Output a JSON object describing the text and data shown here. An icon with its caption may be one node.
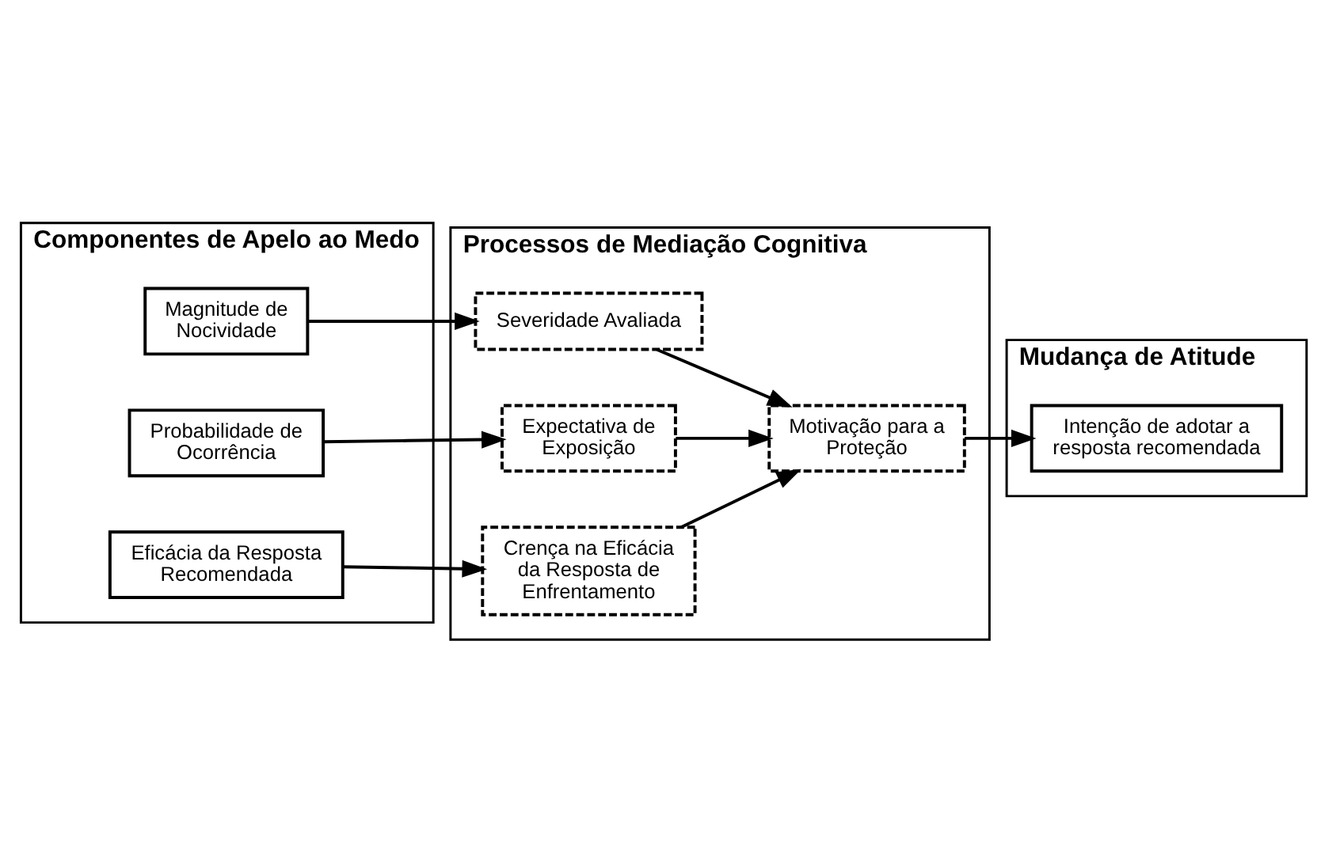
{
  "diagram": {
    "nodes": [
      {
        "text": [
          "Componentes de Apelo ao Medo"
        ]
      },
      {
        "text": [
          "Magnitude de Nocividade"
        ],
        "in": 0
      },
      {
        "text": [
          "Probabilidade de Ocorrência"
        ],
        "in": 0
      },
      {
        "text": [
          "Eficácia da Resposta Recomendada"
        ],
        "in": 0
      },
      {
        "text": [
          "Processos de Mediação Cognitiva"
        ]
      },
      {
        "text": [
          "Severidade Avaliada"
        ],
        "in": 4
      },
      {
        "text": [
          "Expectativa de Exposição"
        ],
        "in": 4
      },
      {
        "text": [
          "Crença na Eficácia da Resposta de Enfrentamento"
        ],
        "in": 4
      },
      {
        "text": [
          "Motivação para a Proteção"
        ],
        "in": 4
      },
      {
        "text": [
          "Mudança de Atitude"
        ]
      },
      {
        "text": [
          "Intenção de adotar a resposta recomendada"
        ],
        "in": 9
      }
    ],
    "edges": [
      {
        "from": 1,
        "to": 5,
        "arrow": "to"
      },
      {
        "from": 2,
        "to": 6,
        "arrow": "to"
      },
      {
        "from": 3,
        "to": 7,
        "arrow": "to"
      },
      {
        "from": 5,
        "to": 8,
        "arrow": "to"
      },
      {
        "from": 6,
        "to": 8,
        "arrow": "to"
      },
      {
        "from": 7,
        "to": 8,
        "arrow": "to"
      },
      {
        "from": 8,
        "to": 10,
        "arrow": "to"
      }
    ]
  }
}
